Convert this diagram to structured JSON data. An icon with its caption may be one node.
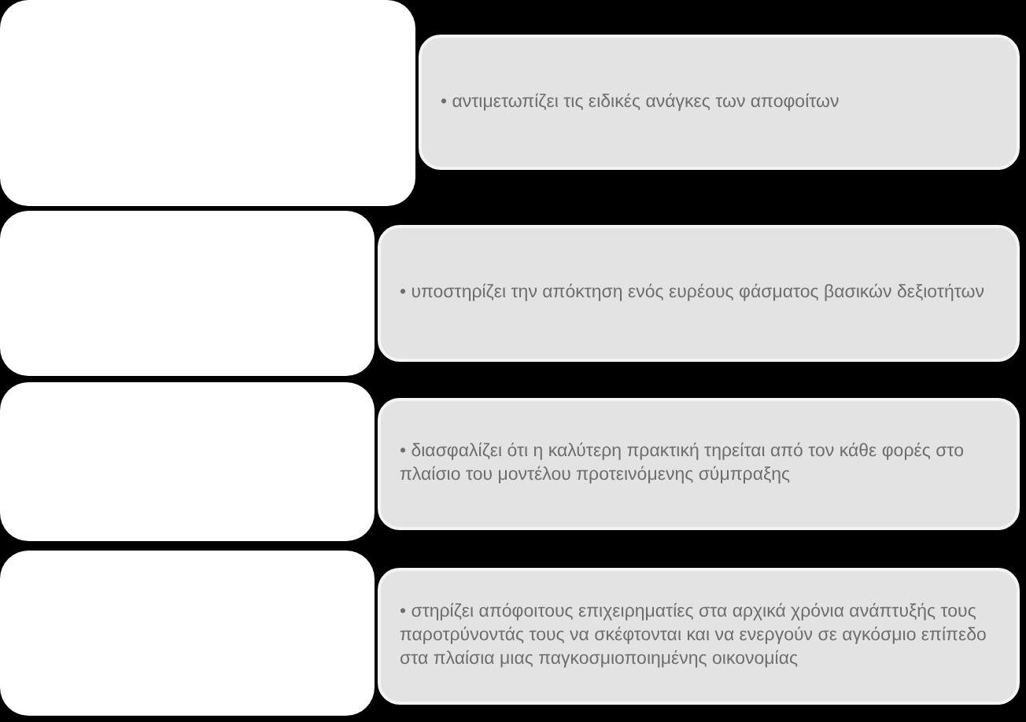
{
  "diagram": {
    "nodes": [
      {
        "text": [],
        "shape": "box"
      },
      {
        "text": [
          "• αντιμετωπίζει τις ειδικές ανάγκες των αποφοίτων"
        ]
      },
      {
        "text": [],
        "shape": "box"
      },
      {
        "text": [
          "• υποστηρίζει την απόκτηση ενός ευρέους φάσματος βασικών δεξιοτήτων"
        ]
      },
      {
        "text": [],
        "shape": "box"
      },
      {
        "text": [
          "• διασφαλίζει ότι η καλύτερη πρακτική τηρείται από τον κάθε φορές στο πλαίσιο του μοντέλου προτεινόμενης σύμπραξης"
        ]
      },
      {
        "text": [],
        "shape": "box"
      },
      {
        "text": [
          "• στηρίζει απόφοιτους επιχειρηματίες στα αρχικά χρόνια ανάπτυξής τους παροτρύνοντάς τους να σκέφτονται και να ενεργούν  σε αγκόσμιο επίπεδο στα πλαίσια μιας παγκοσμιοποιημένης οικονομίας"
        ]
      }
    ]
  }
}
